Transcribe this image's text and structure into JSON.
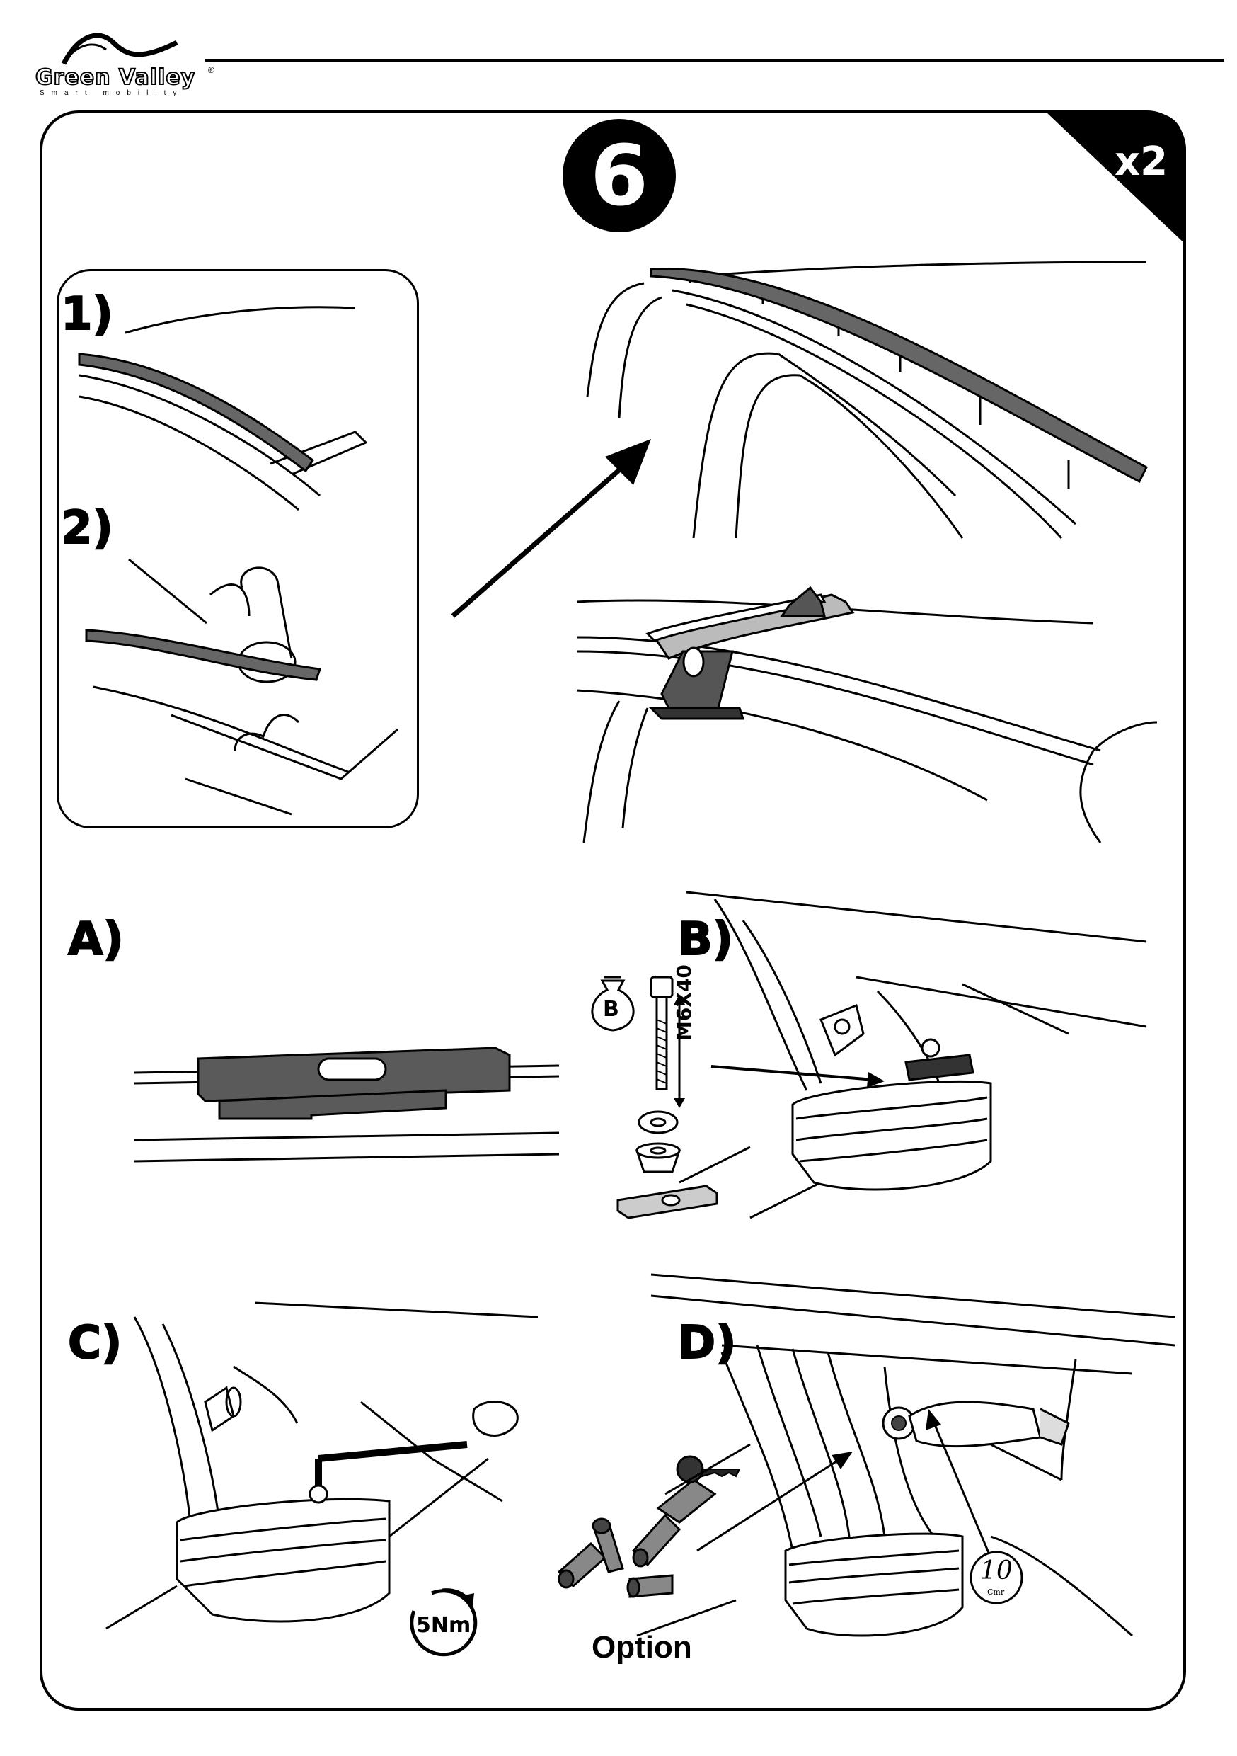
{
  "header": {
    "brand_name": "Green Valley",
    "brand_tagline": "Smart mobility",
    "registered_mark": "®"
  },
  "step": {
    "number": "6",
    "quantity_badge": "x2"
  },
  "panels": {
    "inset_step_1": "1)",
    "inset_step_2": "2)",
    "panel_a": "A)",
    "panel_b": "B)",
    "panel_c": "C)",
    "panel_d": "D)"
  },
  "bag_label": "B",
  "bolt_spec": "M6X40",
  "torque": "5Nm",
  "option_label": "Option",
  "key_torque": {
    "value": "10",
    "unit": "Cmr"
  }
}
